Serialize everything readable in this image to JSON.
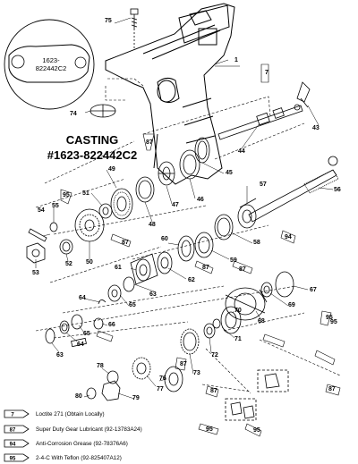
{
  "casting": {
    "line1": "CASTING",
    "line2": "#1623-822442C2"
  },
  "inset": {
    "line1": "1623-",
    "line2": "822442C2"
  },
  "callouts": [
    "75",
    "1",
    "74",
    "7",
    "43",
    "44",
    "45",
    "87",
    "49",
    "46",
    "47",
    "48",
    "57",
    "56",
    "51",
    "95",
    "54",
    "55",
    "50",
    "52",
    "53",
    "87",
    "94",
    "60",
    "58",
    "59",
    "61",
    "62",
    "87",
    "63",
    "67",
    "87",
    "95",
    "69",
    "65",
    "64",
    "66",
    "65",
    "70",
    "68",
    "63",
    "64",
    "71",
    "95",
    "72",
    "78",
    "87",
    "73",
    "76",
    "80",
    "79",
    "77",
    "87",
    "95",
    "87",
    "95"
  ],
  "legend": [
    {
      "code": "7",
      "text": "Loctite 271 (Obtain Locally)"
    },
    {
      "code": "87",
      "text": "Super Duty Gear Lubricant (92-13783A24)"
    },
    {
      "code": "94",
      "text": "Anti-Corrosion Grease (92-78376A6)"
    },
    {
      "code": "95",
      "text": "2-4-C  With Teflon (92-825407A12)"
    }
  ]
}
